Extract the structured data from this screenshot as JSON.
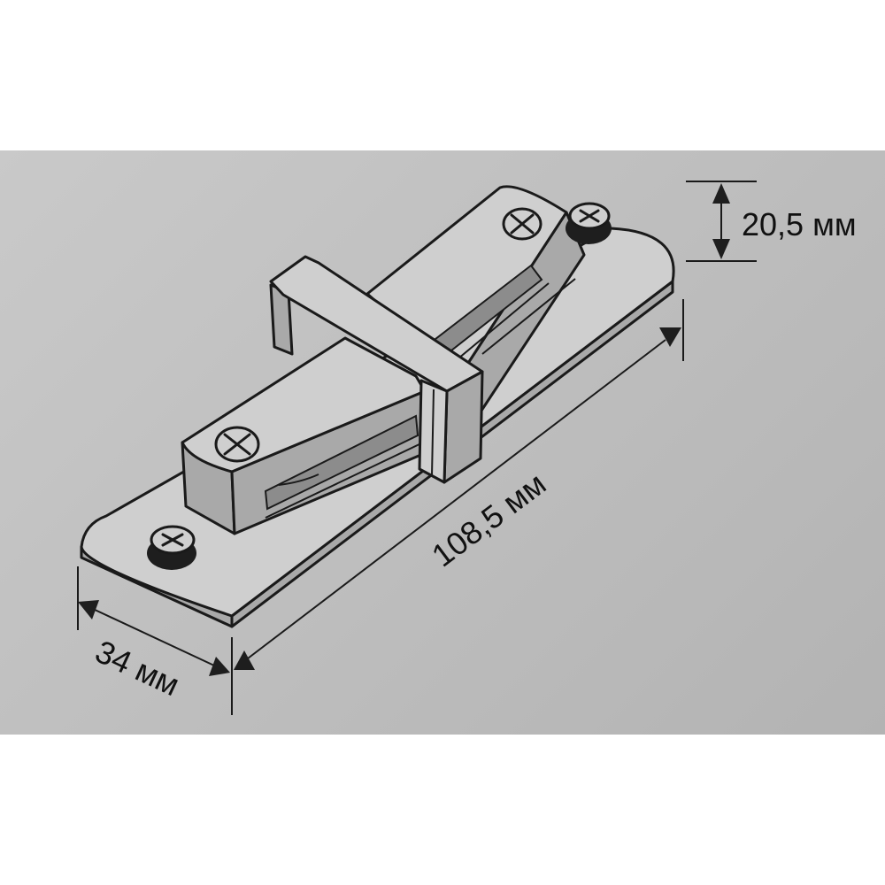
{
  "dimensions": {
    "height_label": "20,5 мм",
    "length_label": "108,5 мм",
    "width_label": "34 мм"
  },
  "colors": {
    "background": "#bdbdbd",
    "lines": "#1a1a1a"
  }
}
